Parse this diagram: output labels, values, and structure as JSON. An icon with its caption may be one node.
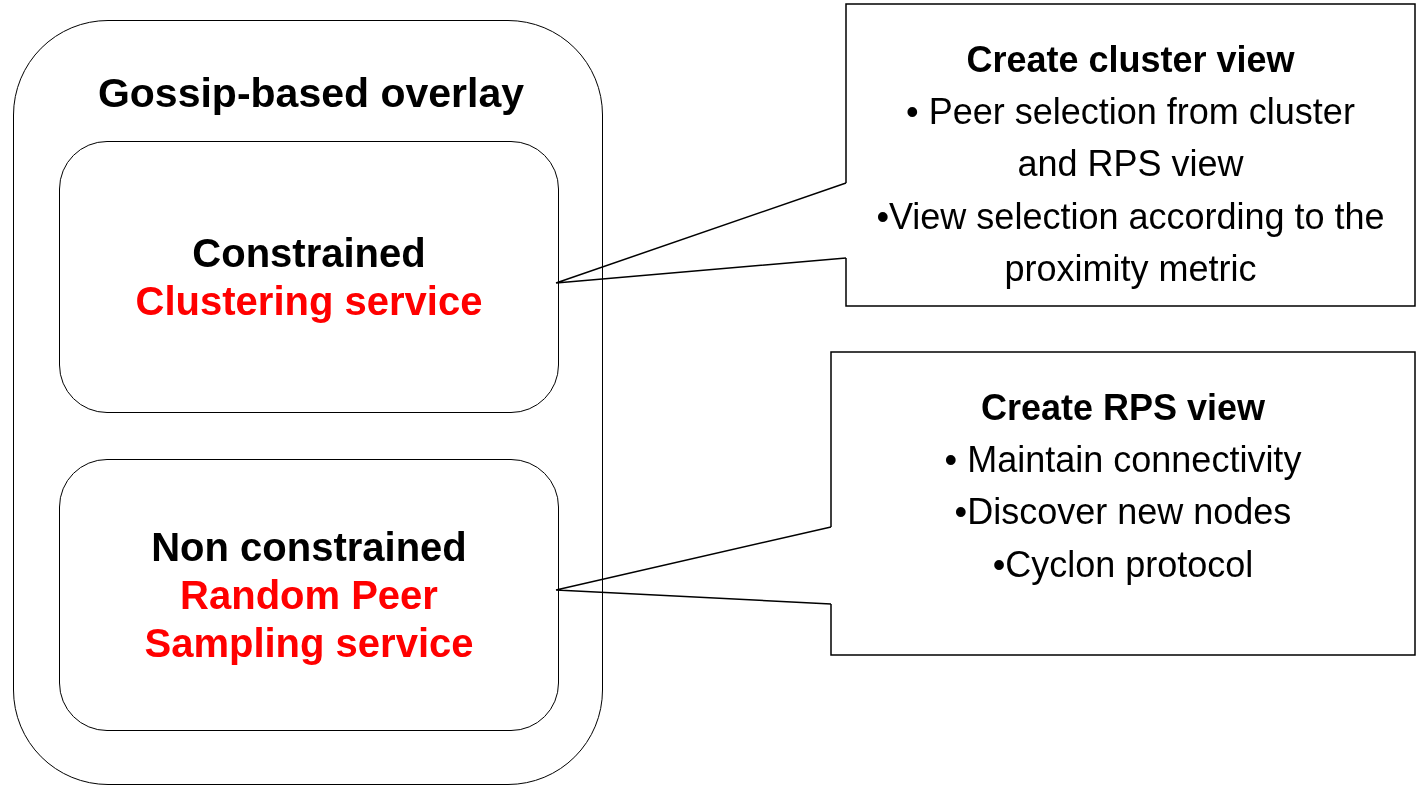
{
  "diagram": {
    "nodes": [
      {
        "text": [
          "Gossip-based overlay"
        ]
      },
      {
        "text": [
          "Constrained",
          "Clustering service"
        ],
        "in": 0
      },
      {
        "text": [
          "Non constrained",
          "Random Peer Sampling service"
        ],
        "in": 0
      },
      {
        "text": [
          "Create cluster view",
          "• Peer selection from cluster and RPS view",
          "•View selection according to the proximity metric"
        ]
      },
      {
        "text": [
          "Create RPS view",
          "• Maintain connectivity",
          "•Discover new nodes",
          "•Cyclon protocol"
        ]
      }
    ],
    "edges": [
      {
        "from": 3,
        "to": 1,
        "arrow": "none"
      },
      {
        "from": 4,
        "to": 2,
        "arrow": "none"
      }
    ]
  }
}
